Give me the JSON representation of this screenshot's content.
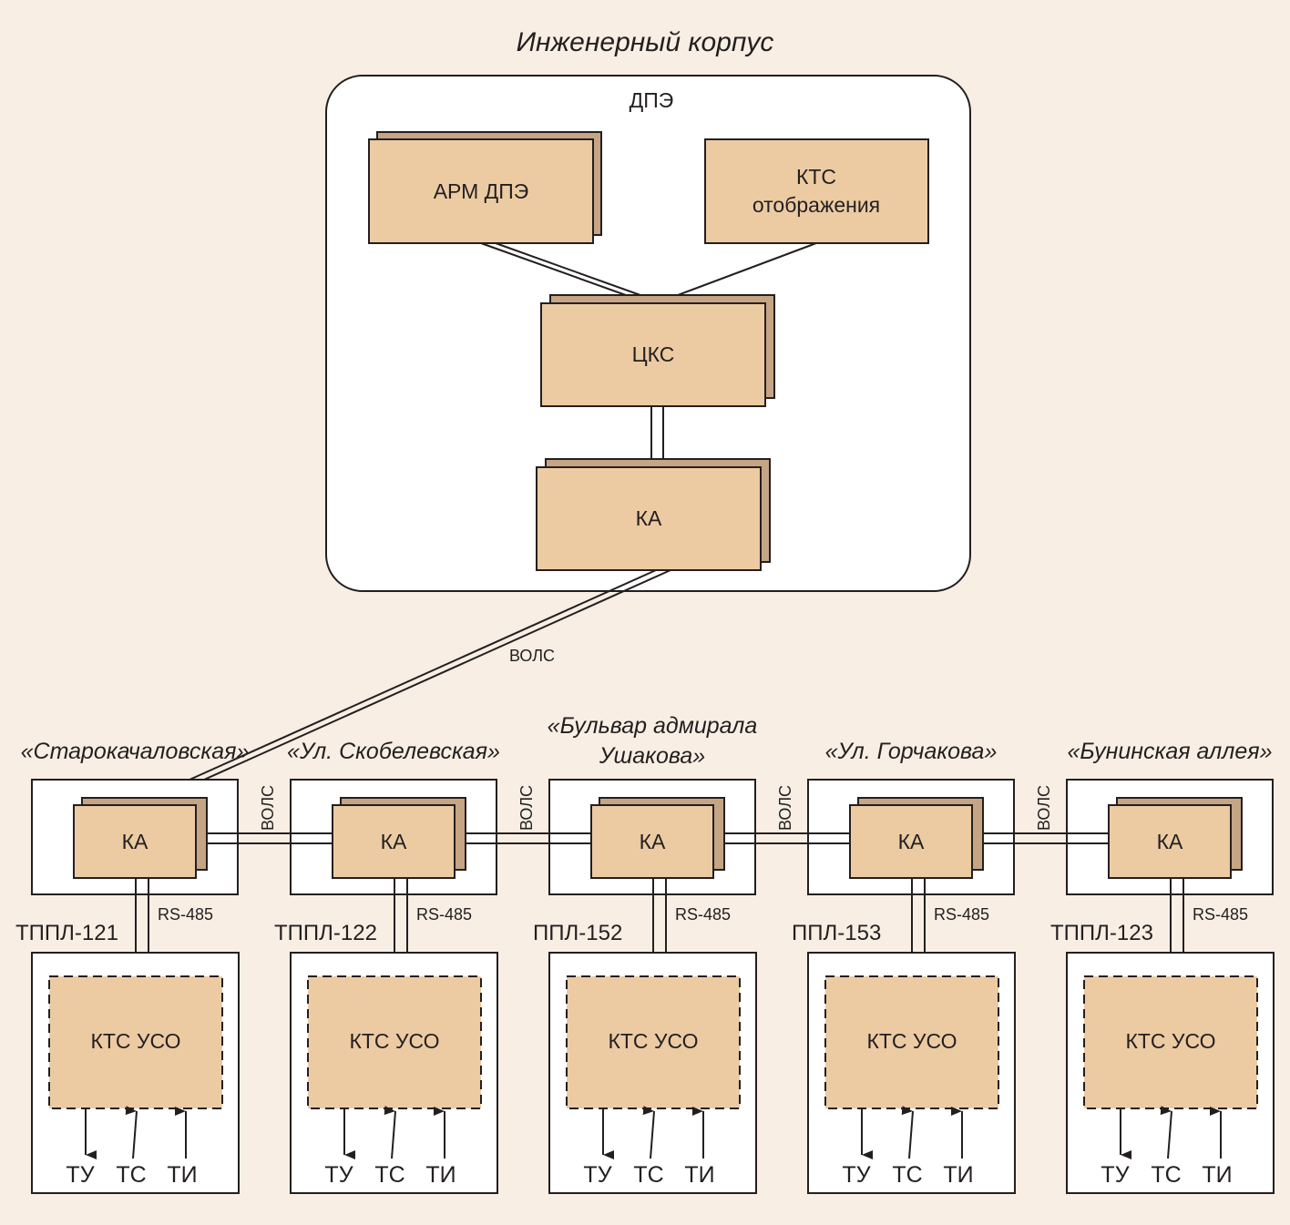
{
  "building_title": "Инженерный корпус",
  "dpe": {
    "label": "ДПЭ",
    "arm": "АРМ ДПЭ",
    "kts_line1": "КТС",
    "kts_line2": "отображения",
    "cks": "ЦКС",
    "ka": "КА"
  },
  "main_link_label": "ВОЛС",
  "stations": [
    {
      "name": "«Старокачаловская»",
      "id": "ТППЛ-121",
      "ka": "КА",
      "rs": "RS-485",
      "kts": "КТС УСО",
      "io": [
        "ТУ",
        "ТС",
        "ТИ"
      ]
    },
    {
      "name": "«Ул. Скобелевская»",
      "id": "ТППЛ-122",
      "ka": "КА",
      "rs": "RS-485",
      "kts": "КТС УСО",
      "io": [
        "ТУ",
        "ТС",
        "ТИ"
      ]
    },
    {
      "name_line1": "«Бульвар адмирала",
      "name_line2": "Ушакова»",
      "id": "ППЛ-152",
      "ka": "КА",
      "rs": "RS-485",
      "kts": "КТС УСО",
      "io": [
        "ТУ",
        "ТС",
        "ТИ"
      ]
    },
    {
      "name": "«Ул. Горчакова»",
      "id": "ППЛ-153",
      "ka": "КА",
      "rs": "RS-485",
      "kts": "КТС УСО",
      "io": [
        "ТУ",
        "ТС",
        "ТИ"
      ]
    },
    {
      "name": "«Бунинская аллея»",
      "id": "ТППЛ-123",
      "ka": "КА",
      "rs": "RS-485",
      "kts": "КТС УСО",
      "io": [
        "ТУ",
        "ТС",
        "ТИ"
      ]
    }
  ],
  "inter_links": [
    "ВОЛС",
    "ВОЛС",
    "ВОЛС",
    "ВОЛС"
  ],
  "colors": {
    "box": "#eccba3",
    "box_shadow": "#c5a584",
    "background": "#f8eee3",
    "line": "#231f20"
  }
}
